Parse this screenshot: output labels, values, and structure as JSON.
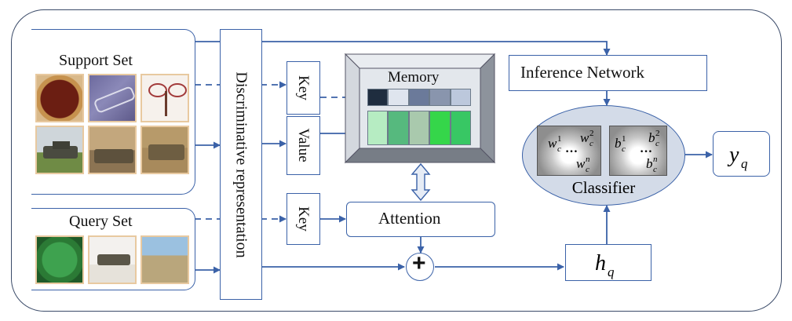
{
  "support_set": {
    "title": "Support Set"
  },
  "query_set": {
    "title": "Query Set"
  },
  "discriminative": {
    "label": "Discriminative representation"
  },
  "support_key": {
    "label": "Key"
  },
  "support_value": {
    "label": "Value"
  },
  "query_key": {
    "label": "Key"
  },
  "memory": {
    "title": "Memory",
    "key_colors": [
      "#1f2d3f",
      "#dfe5ee",
      "#6b7a9a",
      "#8995ad",
      "#bcc8dc"
    ],
    "value_colors": [
      "#b6ecc2",
      "#56b97e",
      "#a9c9ad",
      "#35d64a",
      "#38c764"
    ]
  },
  "attention": {
    "label": "Attention"
  },
  "inference_network": {
    "label": "Inference Network"
  },
  "classifier": {
    "label": "Classifier",
    "w": {
      "base": "w",
      "sub": "c",
      "s1": "1",
      "s2": "2",
      "sn": "n",
      "dots": "…"
    },
    "b": {
      "base": "b",
      "sub": "c",
      "s1": "1",
      "s2": "2",
      "sn": "n",
      "dots": "…"
    }
  },
  "hq": {
    "base": "h",
    "sub": "q"
  },
  "yq": {
    "base": "y",
    "sub": "q"
  },
  "plus": {
    "symbol": "+"
  },
  "colors": {
    "line": "#3b62a8",
    "frame": "#3a4a68"
  }
}
